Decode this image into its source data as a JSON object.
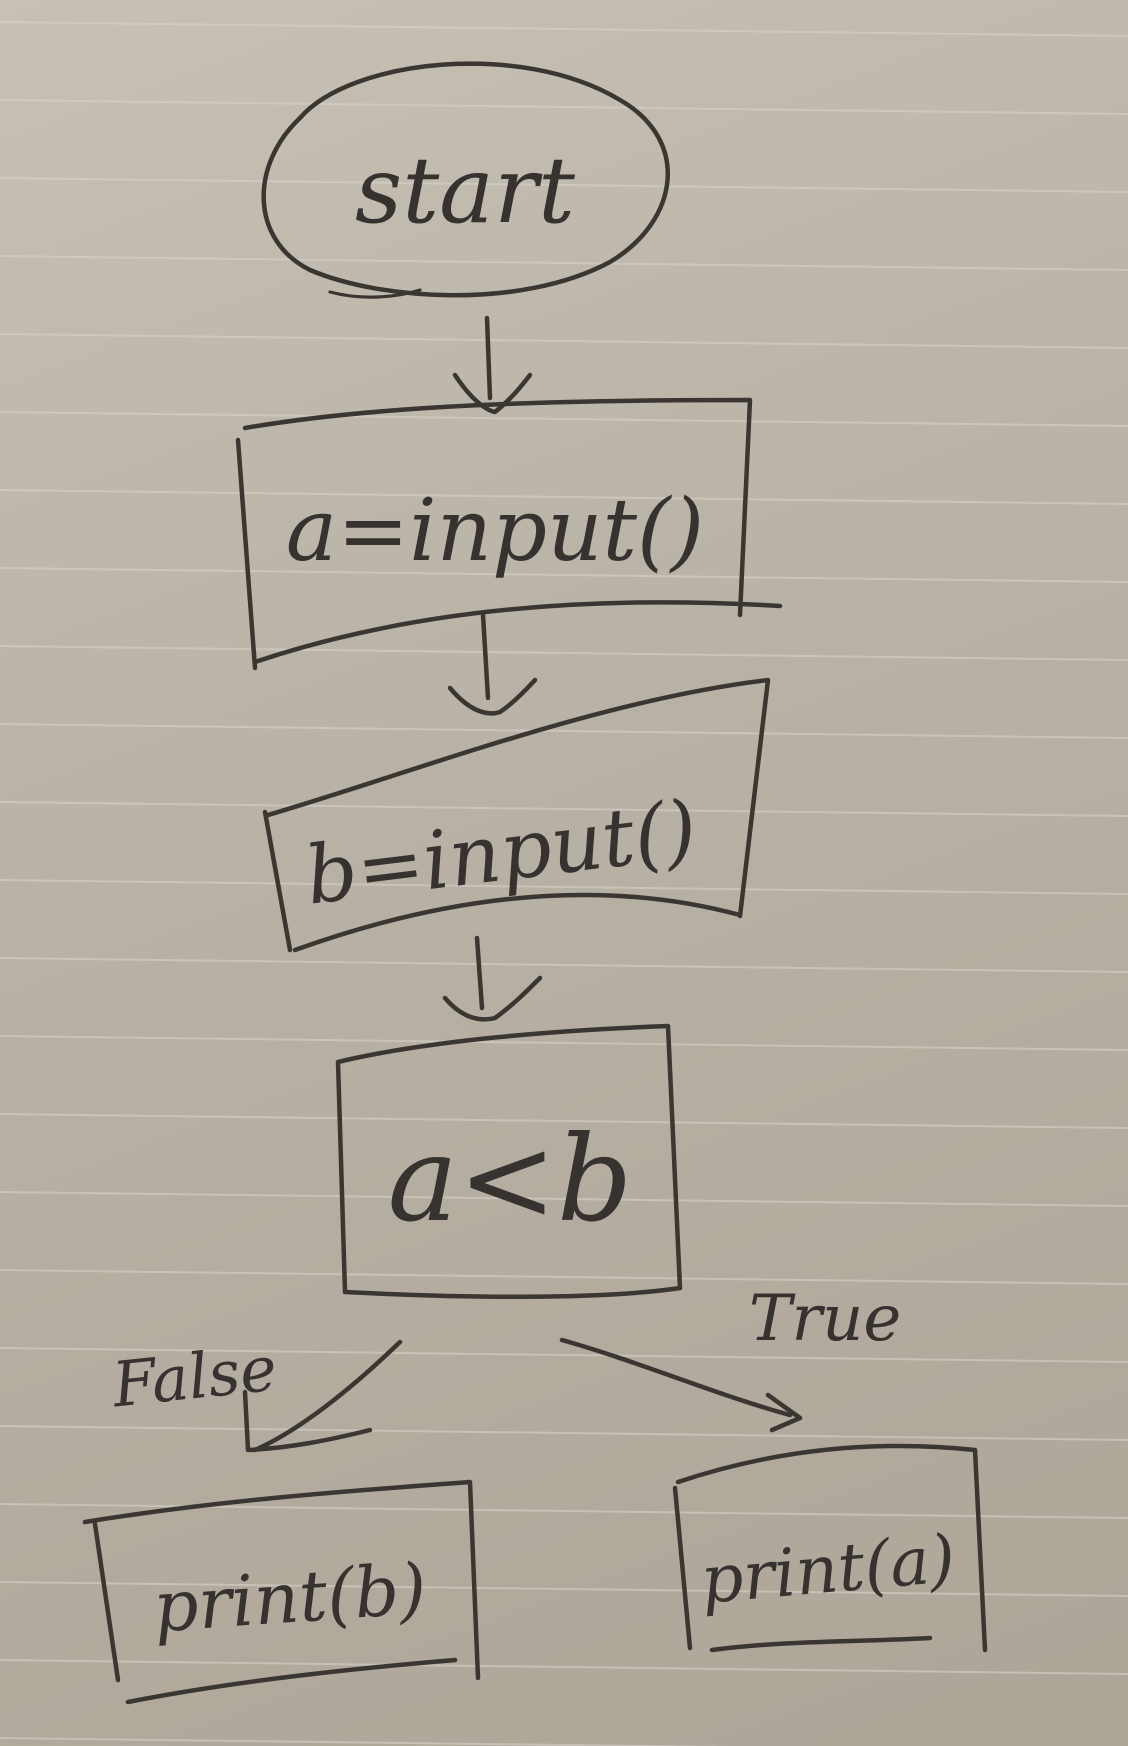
{
  "nodes": {
    "start": {
      "text": "start"
    },
    "input_a": {
      "text": "a=input()"
    },
    "input_b": {
      "text": "b=input()"
    },
    "condition": {
      "text": "a<b"
    },
    "print_b": {
      "text": "print(b)"
    },
    "print_a": {
      "text": "print(a)"
    }
  },
  "edges": {
    "false_label": "False",
    "true_label": "True"
  }
}
